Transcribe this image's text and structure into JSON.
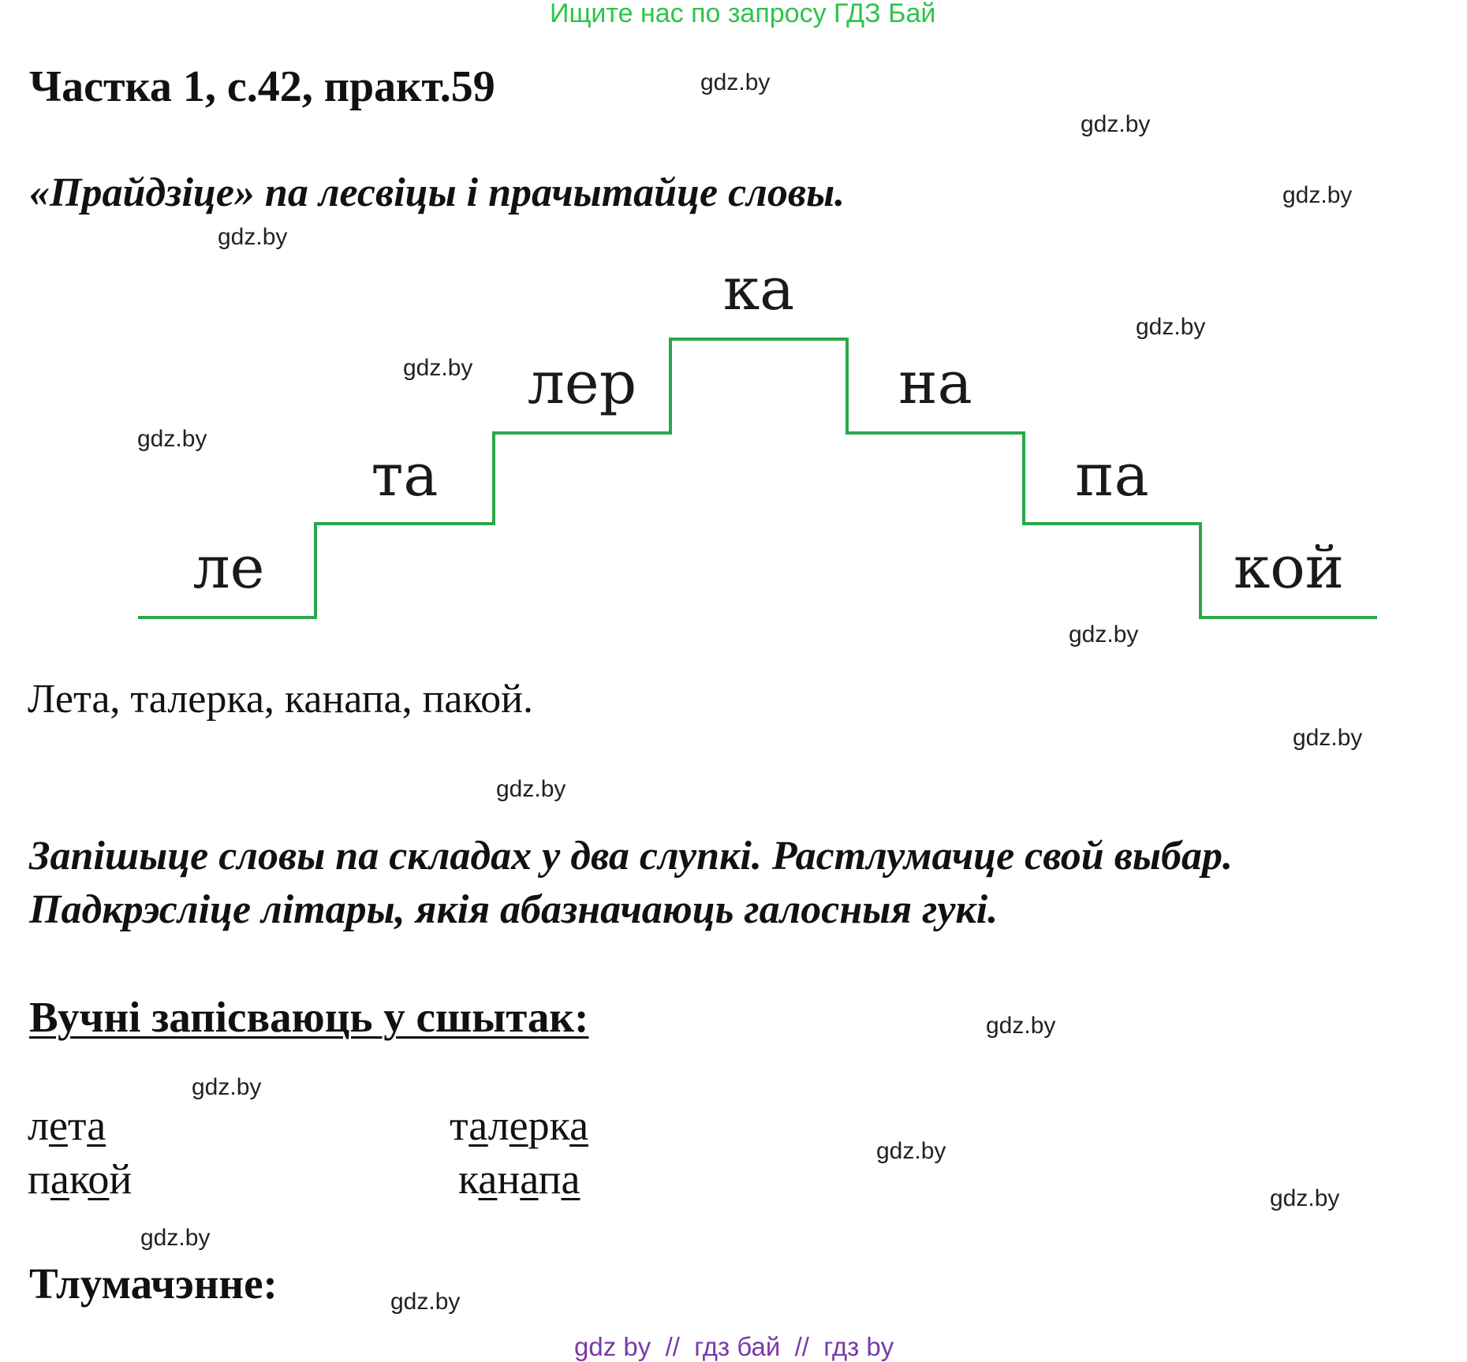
{
  "banner": "Ищите нас по запросу ГДЗ Бай",
  "heading": "Частка 1, с.42, практ.59",
  "task1": "«Прайдзіце» па лесвіцы і прачытайце словы.",
  "staircase": {
    "color": "#2aa84a",
    "syllables": [
      "ле",
      "та",
      "лер",
      "ка",
      "на",
      "па",
      "кой"
    ]
  },
  "answer1": "Лета, талерка, канапа, пакой.",
  "task2_line1": "Запішыце словы па складах у два слупкі. Растлумачце свой выбар.",
  "task2_line2": "Падкрэсліце літары, якія абазначаюць галосныя гукі.",
  "students_heading": "Вучні запісваюць у сшытак:",
  "words": {
    "leta": [
      [
        "л",
        false
      ],
      [
        "е",
        true
      ],
      [
        "т",
        false
      ],
      [
        "а",
        true
      ]
    ],
    "talerka": [
      [
        "т",
        false
      ],
      [
        "а",
        true
      ],
      [
        "л",
        false
      ],
      [
        "е",
        true
      ],
      [
        "рк",
        false
      ],
      [
        "а",
        true
      ]
    ],
    "pakoi": [
      [
        "п",
        false
      ],
      [
        "а",
        true
      ],
      [
        "к",
        false
      ],
      [
        "о",
        true
      ],
      [
        "й",
        false
      ]
    ],
    "kanapa": [
      [
        "к",
        false
      ],
      [
        "а",
        true
      ],
      [
        "н",
        false
      ],
      [
        "а",
        true
      ],
      [
        "п",
        false
      ],
      [
        "а",
        true
      ]
    ]
  },
  "explanation_heading": "Тлумачэнне:",
  "watermark": "gdz.by",
  "footer": "gdz by  //  гдз бай  //  гдз by"
}
